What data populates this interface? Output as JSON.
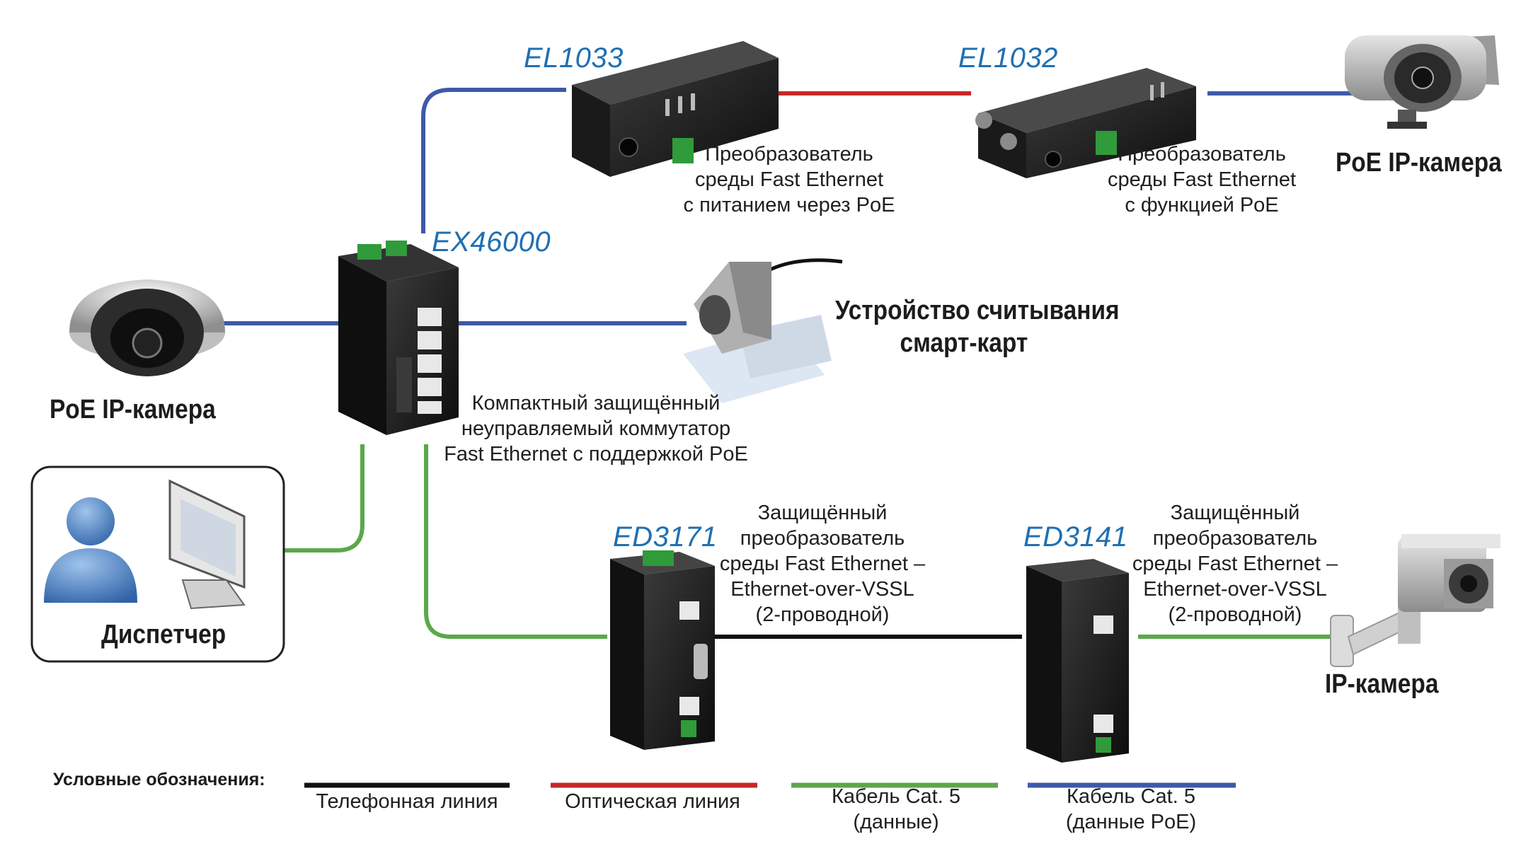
{
  "devices": {
    "ex46000": {
      "model": "EX46000",
      "desc": [
        "Компактный защищённый",
        "неуправляемый коммутатор",
        "Fast Ethernet с поддержкой PoE"
      ]
    },
    "el1033": {
      "model": "EL1033",
      "desc": [
        "Преобразователь",
        "среды Fast Ethernet",
        "с питанием через PoE"
      ]
    },
    "el1032": {
      "model": "EL1032",
      "desc": [
        "Преобразователь",
        "среды Fast Ethernet",
        "с функцией PoE"
      ]
    },
    "ed3171": {
      "model": "ED3171",
      "desc": [
        "Защищённый",
        "преобразователь",
        "среды Fast Ethernet –",
        "Ethernet-over-VSSL",
        "(2-проводной)"
      ]
    },
    "ed3141": {
      "model": "ED3141",
      "desc": [
        "Защищённый",
        "преобразователь",
        "среды Fast Ethernet –",
        "Ethernet-over-VSSL",
        "(2-проводной)"
      ]
    }
  },
  "endpoints": {
    "poe_camera_right": "PoE IP-камера",
    "poe_camera_left": "PoE IP-камера",
    "smartcard": [
      "Устройство считывания",
      "смарт-карт"
    ],
    "dispatcher": "Диспетчер",
    "ip_camera": "IP-камера"
  },
  "legend": {
    "title": "Условные обозначения:",
    "items": [
      {
        "color": "#111111",
        "label": [
          "Телефонная линия"
        ]
      },
      {
        "color": "#c62828",
        "label": [
          "Оптическая линия"
        ]
      },
      {
        "color": "#5aa84a",
        "label": [
          "Кабель Cat. 5",
          "(данные)"
        ]
      },
      {
        "color": "#3d5aa8",
        "label": [
          "Кабель Cat. 5",
          "(данные PoE)"
        ]
      }
    ]
  },
  "colors": {
    "phone": "#111111",
    "optical": "#c62828",
    "cat5": "#5aa84a",
    "cat5_poe": "#3d5aa8",
    "model_text": "#1f6fb2"
  }
}
